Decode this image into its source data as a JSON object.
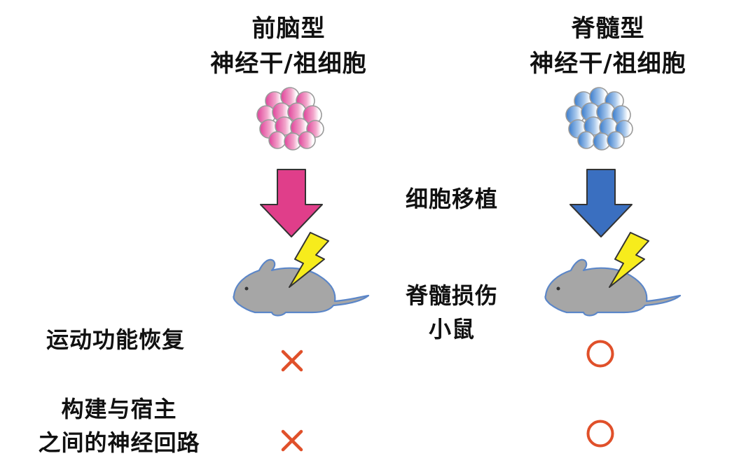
{
  "columns": {
    "left": {
      "title_line1": "前脑型",
      "title_line2": "神经干/祖细胞",
      "color": "#e03e8a"
    },
    "right": {
      "title_line1": "脊髓型",
      "title_line2": "神经干/祖细胞",
      "color": "#3a6fc0"
    }
  },
  "middle": {
    "transplant_label": "细胞移植",
    "mouse_label_line1": "脊髓损伤",
    "mouse_label_line2": "小鼠"
  },
  "rows": {
    "motor_recovery": {
      "label": "运动功能恢复",
      "left_result": "×",
      "right_result": "○"
    },
    "circuit_formation": {
      "label_line1": "构建与宿主",
      "label_line2": "之间的神经回路",
      "left_result": "×",
      "right_result": "○"
    }
  },
  "icons": {
    "cell_cluster": "cell-cluster-icon",
    "down_arrow": "down-arrow-icon",
    "lightning": "lightning-bolt-icon",
    "mouse": "mouse-icon"
  },
  "colors": {
    "mouse_fill": "#a6a6a6",
    "mouse_outline": "#5b86c8",
    "lightning_fill": "#f7ec1c",
    "result_mark": "#e0502a"
  }
}
